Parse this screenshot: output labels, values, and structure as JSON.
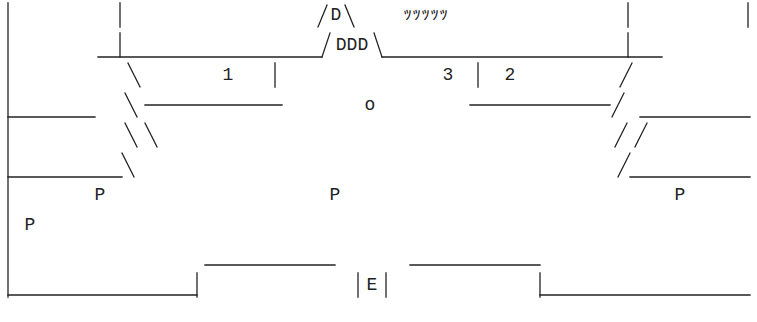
{
  "diagram": {
    "labels": [
      "D",
      "ｯｯｯｯｯ",
      "DDD",
      "1",
      "3",
      "2",
      "o",
      "P",
      "P",
      "P",
      "P",
      "E"
    ]
  }
}
